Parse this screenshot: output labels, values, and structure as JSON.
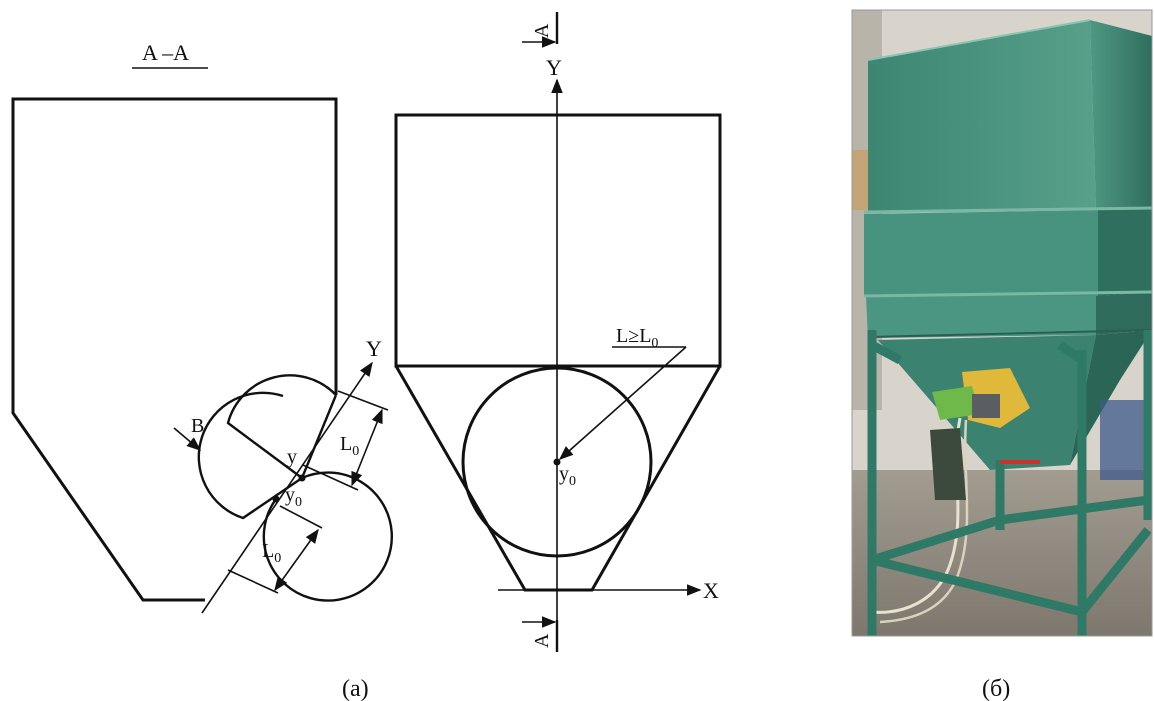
{
  "section_view": {
    "title": "A –A",
    "view_label": "B",
    "axis_y": "Y",
    "point_y": "y",
    "point_y0": "y",
    "point_y0_sub": "0",
    "dim_upper": "L",
    "dim_upper_sub": "0",
    "dim_lower": "L",
    "dim_lower_sub": "0"
  },
  "front_view": {
    "section_mark_top": "A",
    "section_mark_bottom": "A",
    "axis_y": "Y",
    "axis_x": "X",
    "radius_label": "L≥L",
    "radius_label_sub": "0",
    "center_label": "y",
    "center_label_sub": "0"
  },
  "photo": {
    "description_colors": {
      "hopper": "#3f8a76",
      "frame": "#2f7a66",
      "floor": "#8f8a80",
      "background": "#d9d6cf",
      "patch": "#e0b93a"
    }
  },
  "captions": {
    "left": "(a)",
    "right": "(б)"
  }
}
